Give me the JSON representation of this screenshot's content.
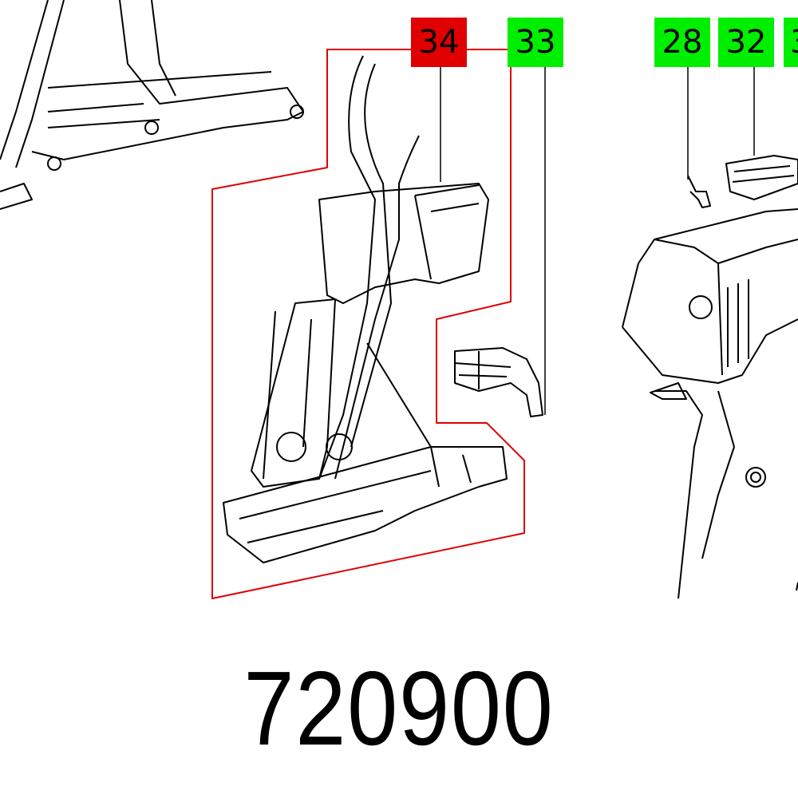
{
  "callouts": [
    {
      "label": "34",
      "color": "#e00000",
      "highlighted": true
    },
    {
      "label": "33",
      "color": "#00ee00"
    },
    {
      "label": "28",
      "color": "#00ee00"
    },
    {
      "label": "32",
      "color": "#00ee00"
    },
    {
      "label": "3",
      "color": "#00ee00",
      "clipped": true
    }
  ],
  "part_number": "720900",
  "highlight_color": "#e00000"
}
